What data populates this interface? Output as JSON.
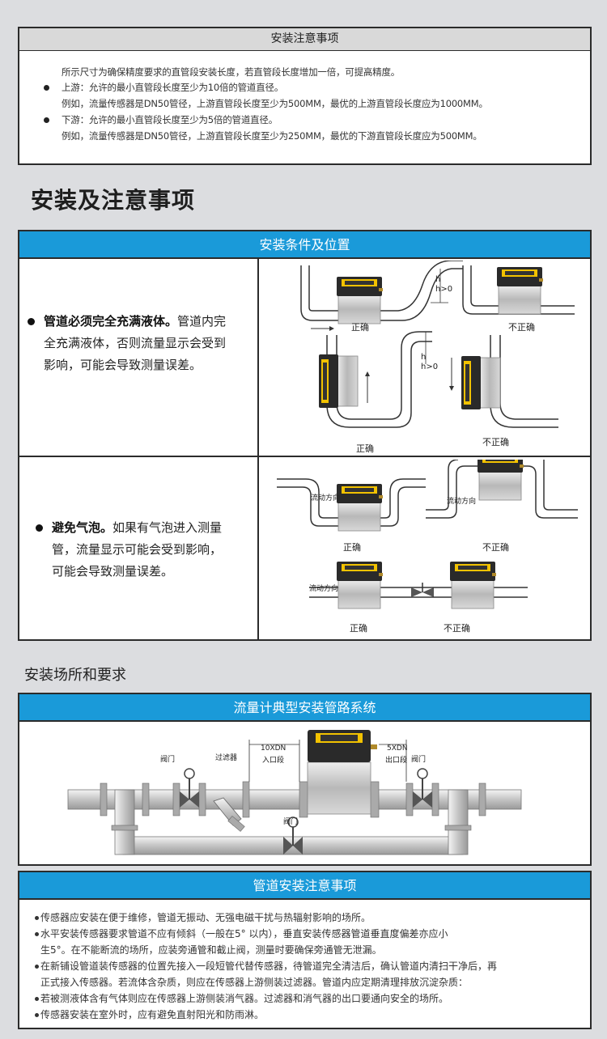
{
  "section1": {
    "title": "安装注意事项",
    "lines": [
      "所示尺寸为确保精度要求的直管段安装长度，若直管段长度增加一倍，可提高精度。",
      "上游：允许的最小直管段长度至少为10倍的管道直径。",
      "例如，流量传感器是DN50管径，上游直管段长度至少为500MM，最优的上游直管段长度应为1000MM。",
      "下游：允许的最小直管段长度至少为5倍的管道直径。",
      "例如，流量传感器是DN50管径，上游直管段长度至少为250MM，最优的下游直管段长度应为500MM。"
    ]
  },
  "main_title": "安装及注意事项",
  "section2": {
    "title": "安装条件及位置",
    "row1": {
      "bold": "管道必须完全充满液体。",
      "text_l1": "管道内完",
      "text_l2": "全充满液体，否则流量显示会受到",
      "text_l3": "影响，可能会导致测量误差。",
      "labels": {
        "correct": "正确",
        "wrong": "不正确",
        "h": "h",
        "h0": "h>0"
      }
    },
    "row2": {
      "bold": "避免气泡。",
      "text_l1": "如果有气泡进入测量",
      "text_l2": "管，流量显示可能会受到影响，",
      "text_l3": "可能会导致测量误差。",
      "labels": {
        "correct": "正确",
        "wrong": "不正确",
        "flow": "流动方向"
      }
    }
  },
  "section3": {
    "subtitle": "安装场所和要求",
    "system_title": "流量计典型安装管路系统",
    "labels": {
      "valve": "阀门",
      "filter": "过滤器",
      "in1": "10XDN",
      "in2": "入口段",
      "out1": "5XDN",
      "out2": "出口段"
    }
  },
  "section4": {
    "title": "管道安装注意事项",
    "lines": [
      "传感器应安装在便于维修，管道无振动、无强电磁干扰与热辐射影响的场所。",
      "水平安装传感器要求管道不应有倾斜（一般在5° 以内），垂直安装传感器管道垂直度偏差亦应小",
      "生5°。在不能断流的场所，应装旁通管和截止阀，测量时要确保旁通管无泄漏。",
      "在新铺设管道装传感器的位置先接入一段短管代替传感器，待管道完全清洁后，确认管道内清扫干净后，再",
      "正式接入传感器。若流体含杂质，则应在传感器上游侧装过滤器。管道内应定期清理排放沉淀杂质：",
      "若被测液体含有气体则应在传感器上游侧装消气器。过滤器和消气器的出口要通向安全的场所。",
      "传感器安装在室外时，应有避免直射阳光和防雨淋。"
    ]
  },
  "colors": {
    "header_blue": "#1a9ad9",
    "meter_yellow": "#f2c200",
    "pipe_gray": "#c9c9c9"
  }
}
